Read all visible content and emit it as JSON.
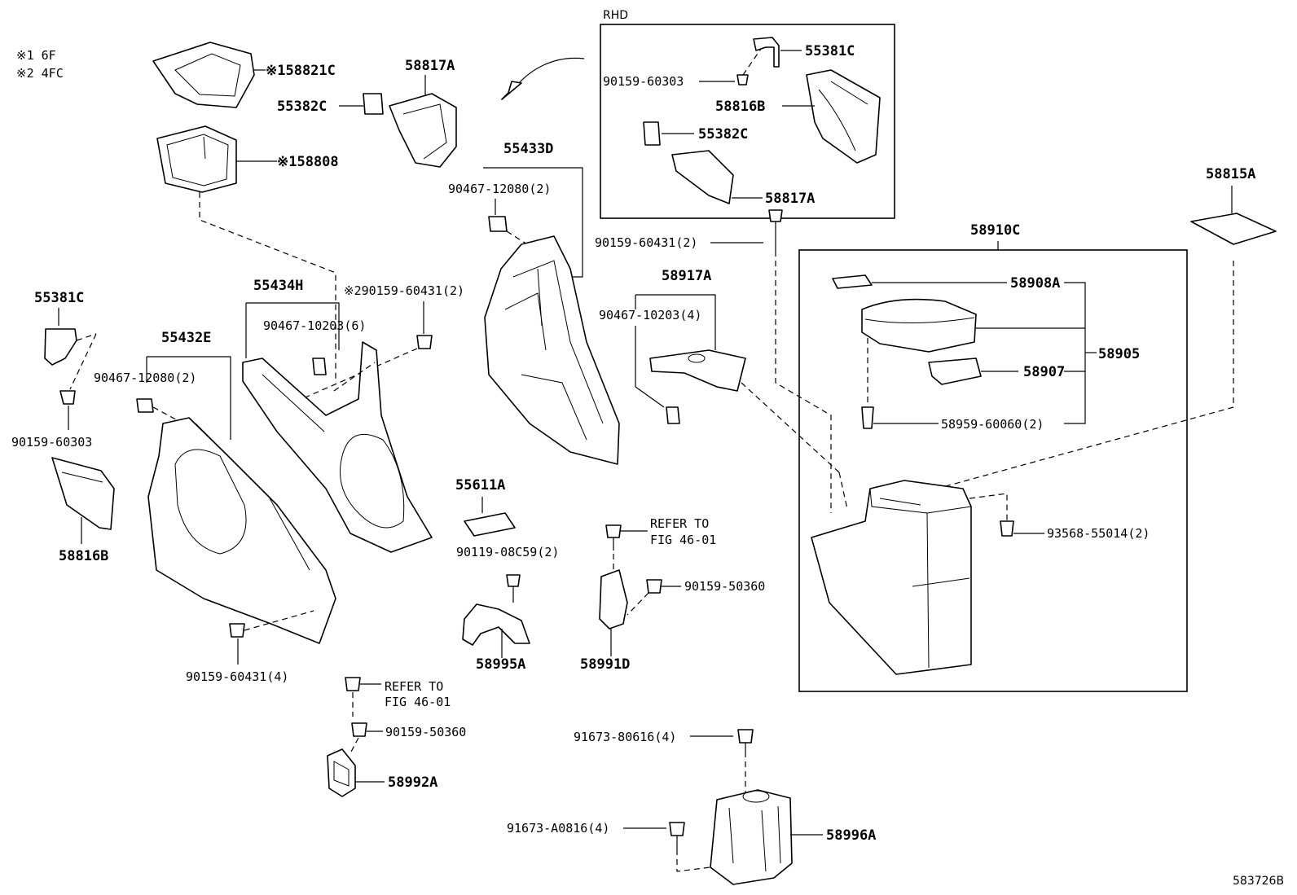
{
  "legend": [
    "※1 6F",
    "※2 4FC"
  ],
  "rhd_label": "RHD",
  "labels": {
    "p158821c": "※158821C",
    "p158808": "※158808",
    "p58817a_top": "58817A",
    "p55382c_left": "55382C",
    "p55381c_rhd": "55381C",
    "p90159_60303_rhd": "90159-60303",
    "p58816b_rhd": "58816B",
    "p55382c_rhd": "55382C",
    "p58817a_rhd": "58817A",
    "p55433d": "55433D",
    "p90467_12080_r": "90467-12080(2)",
    "p58815a": "58815A",
    "p58910c": "58910C",
    "p90159_60431_2": "90159-60431(2)",
    "p55381c_left": "55381C",
    "p55434h": "55434H",
    "p2_90159_60431": "※290159-60431(2)",
    "p90467_10203_6": "90467-10203(6)",
    "p55432e": "55432E",
    "p90467_12080_l": "90467-12080(2)",
    "p90159_60303_left": "90159-60303",
    "p58816b_left": "58816B",
    "p58917a": "58917A",
    "p90467_10203_4": "90467-10203(4)",
    "p58908a": "58908A",
    "p58905": "58905",
    "p58907": "58907",
    "p58959_60060": "58959-60060(2)",
    "p55611a": "55611A",
    "p90119_08c59": "90119-08C59(2)",
    "p93568_55014": "93568-55014(2)",
    "refer_mid_1": "REFER TO",
    "refer_mid_2": "FIG 46-01",
    "p90159_50360_mid": "90159-50360",
    "p58995a": "58995A",
    "p58991d": "58991D",
    "p90159_60431_4": "90159-60431(4)",
    "refer_low_1": "REFER TO",
    "refer_low_2": "FIG 46-01",
    "p90159_50360_low": "90159-50360",
    "p58992a": "58992A",
    "p91673_80616": "91673-80616(4)",
    "p91673_a0816": "91673-A0816(4)",
    "p58996a": "58996A",
    "figure_id": "583726B"
  }
}
